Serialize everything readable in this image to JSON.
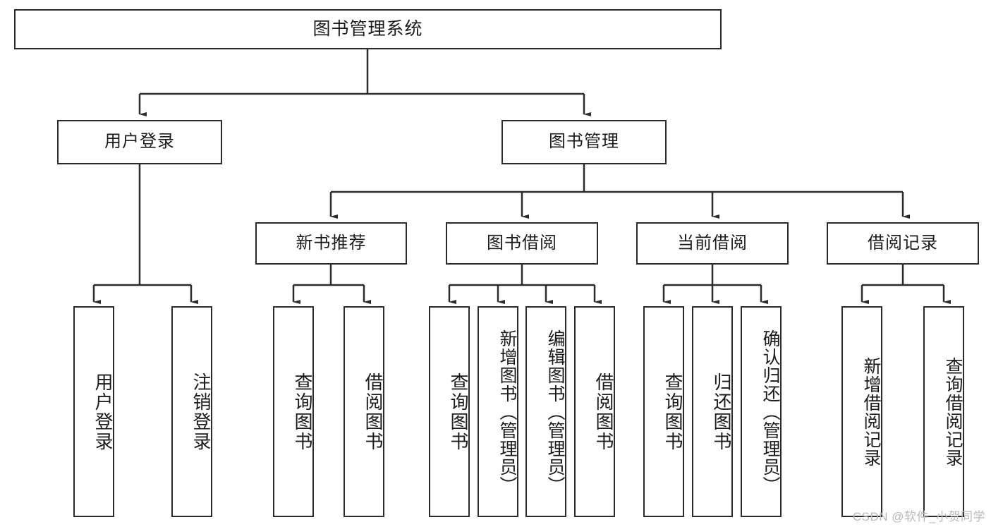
{
  "diagram": {
    "type": "tree-hierarchy",
    "orientation": "top-down",
    "style": {
      "box_border_color": "#2b2b2b",
      "box_fill_color": "#ffffff",
      "connector_color": "#2b2b2b",
      "text_color": "#1b1b1b",
      "background": "#ffffff"
    },
    "root": {
      "label": "图书管理系统"
    },
    "level2": [
      {
        "label": "用户登录"
      },
      {
        "label": "图书管理"
      }
    ],
    "level3": [
      {
        "label": "新书推荐"
      },
      {
        "label": "图书借阅"
      },
      {
        "label": "当前借阅"
      },
      {
        "label": "借阅记录"
      }
    ],
    "leaves_user_login": [
      {
        "label": "用户登录"
      },
      {
        "label": "注销登录"
      }
    ],
    "leaves_new_book": [
      {
        "label": "查询图书"
      },
      {
        "label": "借阅图书"
      }
    ],
    "leaves_borrow": [
      {
        "label": "查询图书"
      },
      {
        "label": "新增图书（管理员）"
      },
      {
        "label": "编辑图书（管理员）"
      },
      {
        "label": "借阅图书"
      }
    ],
    "leaves_current": [
      {
        "label": "查询图书"
      },
      {
        "label": "归还图书"
      },
      {
        "label": "确认归还（管理员）"
      }
    ],
    "leaves_records": [
      {
        "label": "新增借阅记录"
      },
      {
        "label": "查询借阅记录"
      }
    ]
  },
  "watermark": {
    "text": "CSDN @软件_小贺同学"
  }
}
